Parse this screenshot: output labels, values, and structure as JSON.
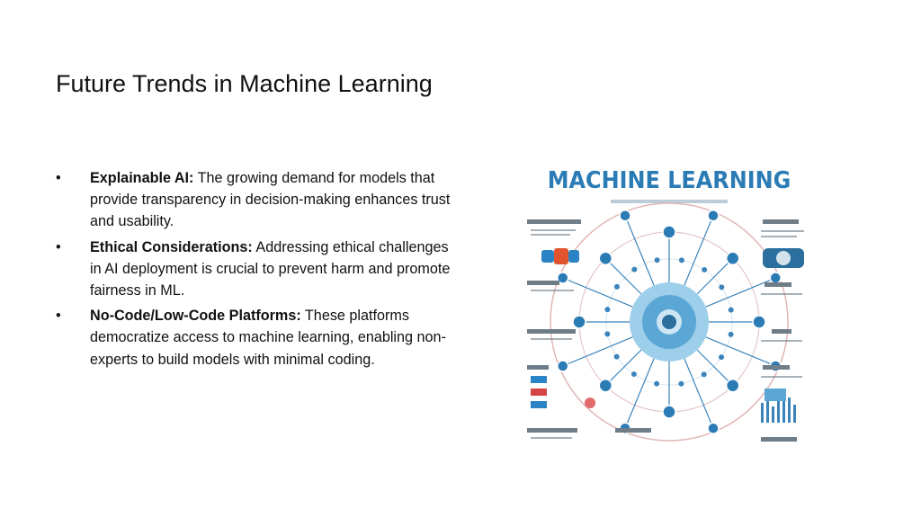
{
  "slide": {
    "title": "Future Trends in Machine Learning",
    "bullet_marker": "•",
    "bullets": [
      {
        "term": "Explainable AI:",
        "text": " The growing demand for models that provide transparency in decision-making enhances trust and usability."
      },
      {
        "term": "Ethical Considerations:",
        "text": " Addressing ethical challenges in AI deployment is crucial to prevent harm and promote fairness in ML."
      },
      {
        "term": "No-Code/Low-Code Platforms:",
        "text": " These platforms democratize access to machine learning, enabling non-experts to build models with minimal coding."
      }
    ]
  },
  "infographic": {
    "title": "MACHINE LEARNING",
    "accent_color": "#2b7bb5",
    "hub_color": "#5aa7d6",
    "ring_color": "#e3b6b6",
    "icon": "neural-network-diagram-image"
  }
}
